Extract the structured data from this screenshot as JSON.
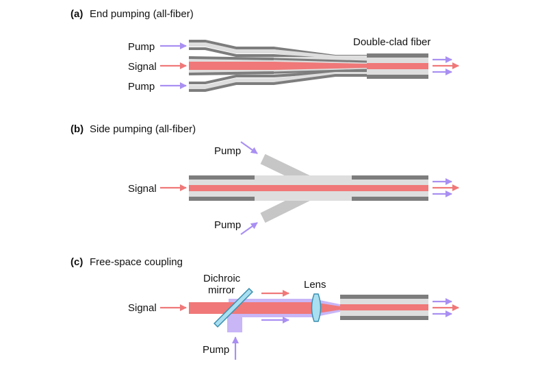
{
  "colors": {
    "pump": "#a98ff2",
    "signal": "#f07878",
    "cladding": "#dedede",
    "jacket": "#7d7d7d",
    "side_fiber": "#c6c6c6",
    "optic_fill": "#a9dff0",
    "optic_stroke": "#3a8fb0",
    "background": "#ffffff"
  },
  "panel_a": {
    "letter": "(a)",
    "title": "End pumping (all-fiber)",
    "pump_top": "Pump",
    "signal": "Signal",
    "pump_bottom": "Pump",
    "fiber": "Double-clad fiber"
  },
  "panel_b": {
    "letter": "(b)",
    "title": "Side pumping (all-fiber)",
    "pump_top": "Pump",
    "signal": "Signal",
    "pump_bottom": "Pump"
  },
  "panel_c": {
    "letter": "(c)",
    "title": "Free-space coupling",
    "signal": "Signal",
    "mirror_line1": "Dichroic",
    "mirror_line2": "mirror",
    "lens": "Lens",
    "pump": "Pump"
  }
}
